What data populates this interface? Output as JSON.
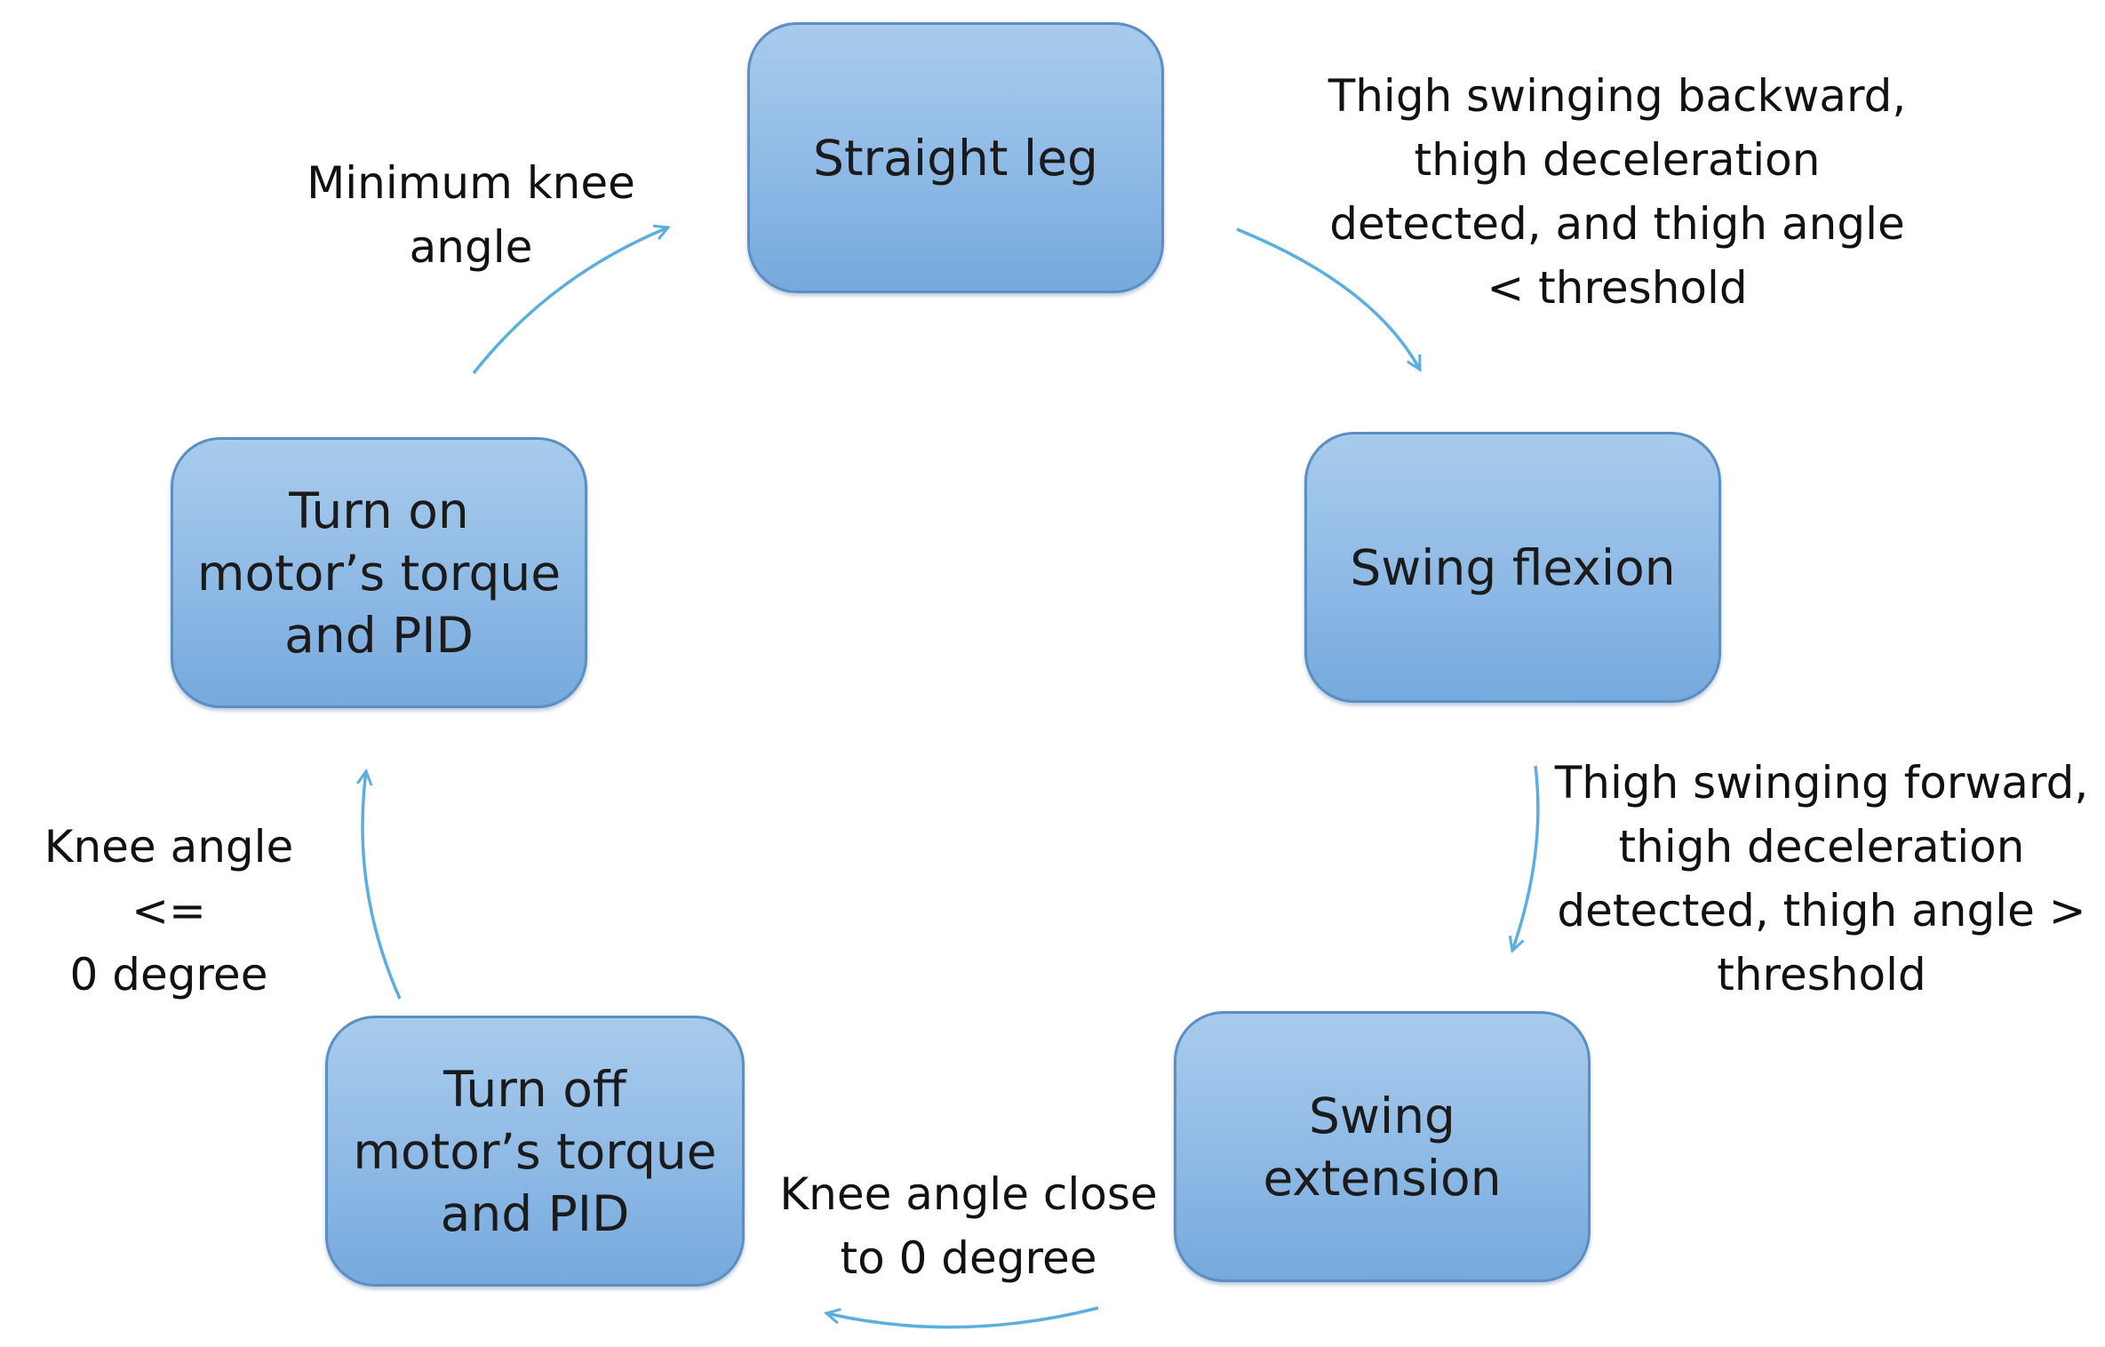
{
  "states": {
    "straight_leg": "Straight leg",
    "swing_flexion": "Swing flexion",
    "swing_extension": "Swing\nextension",
    "turn_off": "Turn off\nmotor’s torque\nand PID",
    "turn_on": "Turn on\nmotor’s torque\nand PID"
  },
  "conditions": {
    "to_swing_flexion": "Thigh swinging backward,\nthigh deceleration\ndetected, and thigh angle\n< threshold",
    "to_swing_extension": "Thigh swinging forward,\nthigh deceleration\ndetected,  thigh angle >\nthreshold",
    "to_turn_off": "Knee angle close\nto 0 degree",
    "to_turn_on": "Knee angle <=\n0 degree",
    "to_straight_leg": "Minimum knee\nangle"
  },
  "colors": {
    "box_top": "#a8cbec",
    "box_bottom": "#76a9dd",
    "box_border": "#5b8fc4",
    "arrow": "#5aaee0"
  }
}
